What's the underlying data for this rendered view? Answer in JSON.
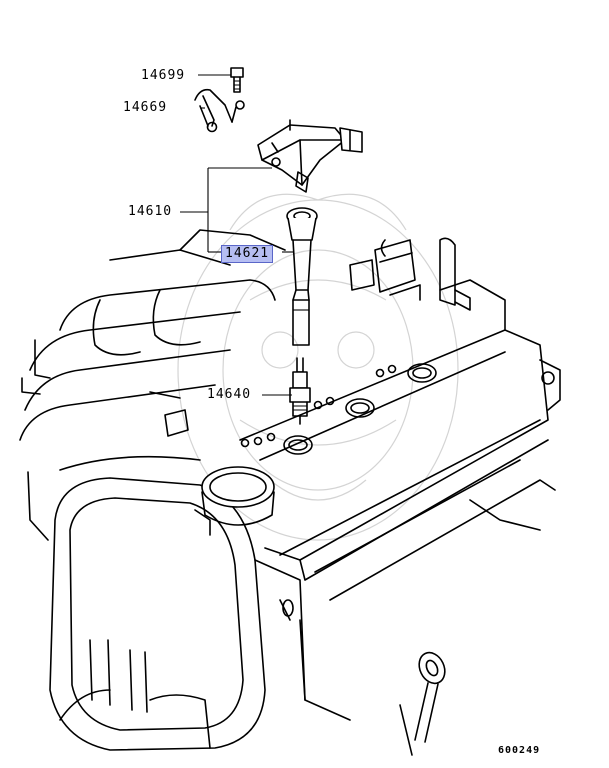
{
  "diagram": {
    "callouts": [
      {
        "id": "p14699",
        "label": "14699",
        "highlighted": false
      },
      {
        "id": "p14669",
        "label": "14669",
        "highlighted": false
      },
      {
        "id": "p14610",
        "label": "14610",
        "highlighted": false
      },
      {
        "id": "p14621",
        "label": "14621",
        "highlighted": true
      },
      {
        "id": "p14640",
        "label": "14640",
        "highlighted": false
      }
    ],
    "diagram_number": "600249",
    "colors": {
      "line": "#000000",
      "highlight": "#b6bef2",
      "watermark": "#d4d4d4"
    }
  }
}
